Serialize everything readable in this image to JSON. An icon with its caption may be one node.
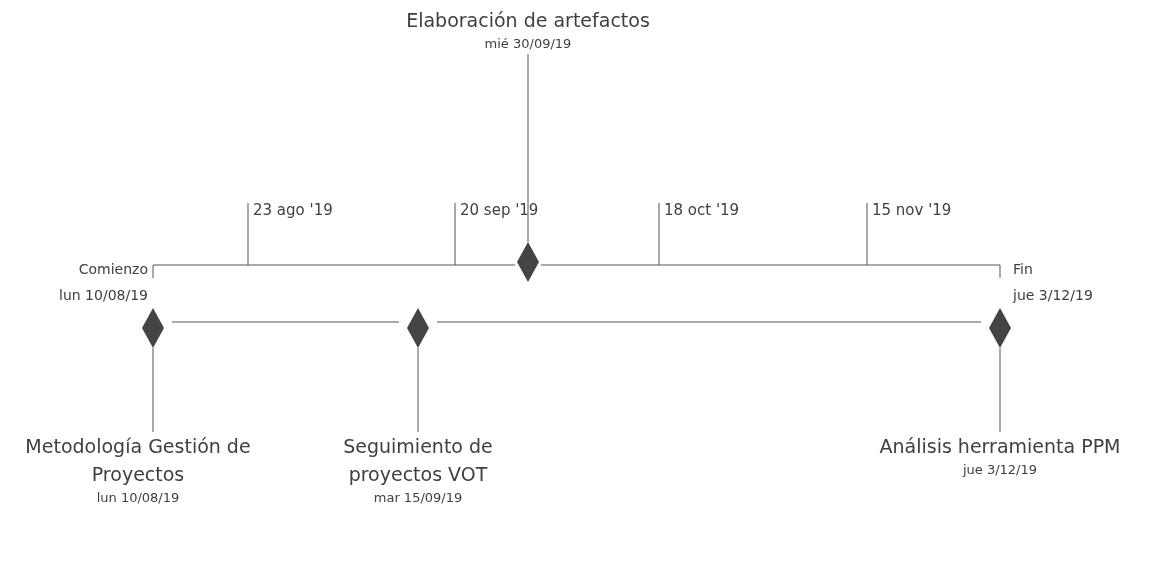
{
  "diagram": {
    "nodes": [
      {
        "text": [
          "Elaboración de artefactos",
          "mié 30/09/19"
        ]
      },
      {
        "text": [],
        "shape": "diamond"
      },
      {
        "text": [
          "Metodología Gestión de Proyectos",
          "lun 10/08/19"
        ]
      },
      {
        "text": [],
        "shape": "diamond"
      },
      {
        "text": [
          "Seguimiento de proyectos VOT",
          "mar 15/09/19"
        ]
      },
      {
        "text": [],
        "shape": "diamond"
      },
      {
        "text": [
          "Análisis herramienta PPM",
          "jue 3/12/19"
        ]
      },
      {
        "text": [],
        "shape": "diamond"
      }
    ],
    "edges": [
      {
        "from": 0,
        "to": 1,
        "arrow": "none"
      },
      {
        "from": 2,
        "to": 3,
        "arrow": "none"
      },
      {
        "from": 4,
        "to": 5,
        "arrow": "none"
      },
      {
        "from": 6,
        "to": 7,
        "arrow": "none"
      },
      {
        "from": 3,
        "to": 5,
        "arrow": "none"
      },
      {
        "from": 5,
        "to": 7,
        "arrow": "none"
      }
    ],
    "labels": [
      "23 ago '19",
      "20 sep '19",
      "18 oct '19",
      "15 nov '19",
      "Comienzo",
      "lun 10/08/19",
      "Fin",
      "jue 3/12/19"
    ]
  }
}
